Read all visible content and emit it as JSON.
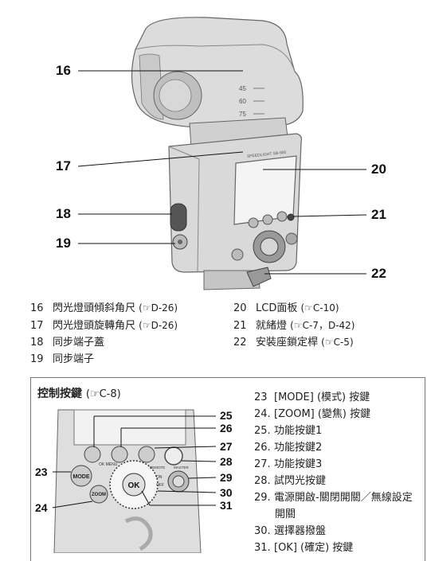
{
  "top_callouts": {
    "c16": "16",
    "c17": "17",
    "c18": "18",
    "c19": "19",
    "c20": "20",
    "c21": "21",
    "c22": "22"
  },
  "flash_markings": {
    "angle_45": "45",
    "angle_60": "60",
    "angle_75": "75",
    "brand": "SPEEDLIGHT SB-900"
  },
  "top_legend": {
    "left": [
      {
        "num": "16",
        "text": "閃光燈頭傾斜角尺",
        "ref": "(☞D-26)"
      },
      {
        "num": "17",
        "text": "閃光燈頭旋轉角尺",
        "ref": "(☞D-26)"
      },
      {
        "num": "18",
        "text": "同步端子蓋",
        "ref": ""
      },
      {
        "num": "19",
        "text": "同步端子",
        "ref": ""
      }
    ],
    "right": [
      {
        "num": "20",
        "text": "LCD面板",
        "ref": "(☞C-10)"
      },
      {
        "num": "21",
        "text": "就緒燈",
        "ref": "(☞C-7，D-42)"
      },
      {
        "num": "22",
        "text": "安裝座鎖定桿",
        "ref": "(☞C-5)"
      }
    ]
  },
  "controls_box": {
    "title": "控制按鍵",
    "title_ref": "(☞C-8)",
    "callouts": {
      "c23": "23",
      "c24": "24",
      "c25": "25",
      "c26": "26",
      "c27": "27",
      "c28": "28",
      "c29": "29",
      "c30": "30",
      "c31": "31"
    },
    "panel_labels": {
      "mode": "MODE",
      "zoom": "ZOOM",
      "ok": "OK",
      "ok_menu": "OK MENU",
      "on": "ON",
      "off": "OFF",
      "remote": "REMOTE",
      "master": "MASTER"
    },
    "items": [
      {
        "num": "23",
        "text": "[MODE] (模式) 按鍵"
      },
      {
        "num": "24.",
        "text": "[ZOOM] (變焦) 按鍵"
      },
      {
        "num": "25.",
        "text": "功能按鍵1"
      },
      {
        "num": "26.",
        "text": "功能按鍵2"
      },
      {
        "num": "27.",
        "text": "功能按鍵3"
      },
      {
        "num": "28.",
        "text": "試閃光按鍵"
      },
      {
        "num": "29.",
        "text": "電源開啟-關閉開關／無線設定"
      },
      {
        "num": "",
        "text": "開關"
      },
      {
        "num": "30.",
        "text": "選擇器撥盤"
      },
      {
        "num": "31.",
        "text": "[OK] (確定) 按鍵"
      }
    ]
  }
}
